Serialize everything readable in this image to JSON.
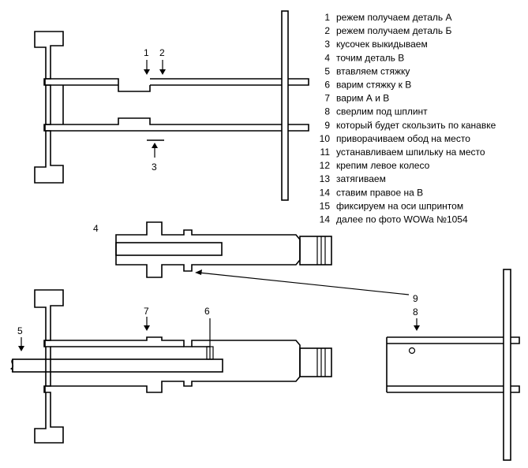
{
  "steps": [
    {
      "num": "1",
      "text": "режем получаем деталь А"
    },
    {
      "num": "2",
      "text": "режем получаем деталь Б"
    },
    {
      "num": "3",
      "text": "кусочек выкидываем"
    },
    {
      "num": "4",
      "text": "точим деталь В"
    },
    {
      "num": "5",
      "text": "втавляем стяжку"
    },
    {
      "num": "6",
      "text": "варим стяжку к В"
    },
    {
      "num": "7",
      "text": "варим А и В"
    },
    {
      "num": "8",
      "text": "сверлим под шплинт"
    },
    {
      "num": "9",
      "text": "который будет скользить по канавке"
    },
    {
      "num": "10",
      "text": "приворачиваем обод на место"
    },
    {
      "num": "11",
      "text": "устанавливаем шпильку на место"
    },
    {
      "num": "12",
      "text": "крепим левое колесо"
    },
    {
      "num": "13",
      "text": "затягиваем"
    },
    {
      "num": "14",
      "text": "ставим правое на В"
    },
    {
      "num": "15",
      "text": "фиксируем на оси шпринтом"
    },
    {
      "num": "14",
      "text": "далее по фото WOWa №1054"
    }
  ],
  "callouts": {
    "c1": "1",
    "c2": "2",
    "c3": "3",
    "c4": "4",
    "c5": "5",
    "c6": "6",
    "c7": "7",
    "c8": "8",
    "c9": "9"
  }
}
